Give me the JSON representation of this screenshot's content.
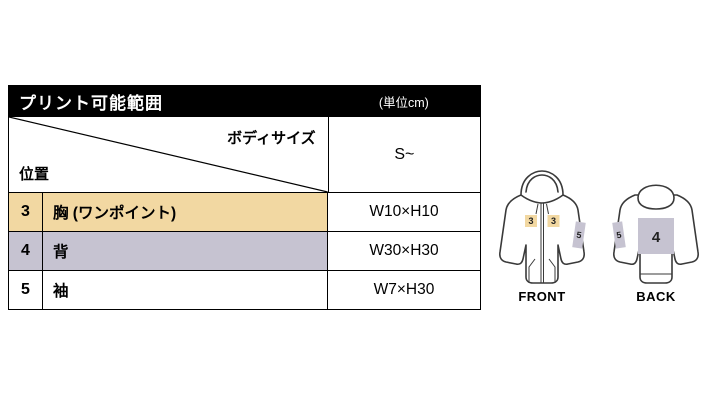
{
  "table": {
    "title": "プリント可能範囲",
    "unit": "(単位cm)",
    "corner": {
      "top_right": "ボディサイズ",
      "bottom_left": "位置"
    },
    "size_header": "S~",
    "rows": [
      {
        "num": "3",
        "label": "胸 (ワンポイント)",
        "value": "W10×H10",
        "color": "#f2d8a2"
      },
      {
        "num": "4",
        "label": "背",
        "value": "W30×H30",
        "color": "#c6c3d1"
      },
      {
        "num": "5",
        "label": "袖",
        "value": "W7×H30",
        "color": "#ffffff"
      }
    ]
  },
  "figures": {
    "front": {
      "label": "FRONT",
      "chest_left": "3",
      "chest_right": "3",
      "sleeve": "5"
    },
    "back": {
      "label": "BACK",
      "back_num": "4",
      "sleeve": "5"
    }
  },
  "colors": {
    "header_bg": "#000000",
    "header_text": "#ffffff",
    "chest_marker": "#f2d8a2",
    "back_marker": "#c6c3d1",
    "outline": "#3a3a3a"
  }
}
